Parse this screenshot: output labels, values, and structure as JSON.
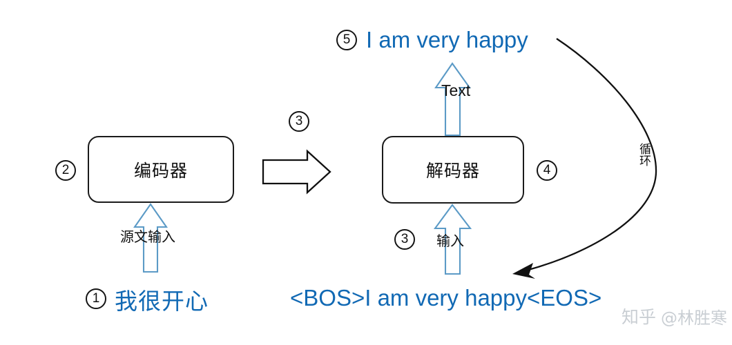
{
  "diagram": {
    "title_semantics": "encoder-decoder seq2seq translation loop diagram",
    "colors": {
      "blue_text": "#1169b4",
      "arrow_outline_blue": "#5b9ac6",
      "box_stroke": "#1a1a1a",
      "black": "#111111",
      "watermark": "#7f8c99"
    }
  },
  "steps": {
    "one": "1",
    "two": "2",
    "three_a": "3",
    "three_b": "3",
    "four": "4",
    "five": "5"
  },
  "boxes": {
    "encoder": "编码器",
    "decoder": "解码器"
  },
  "labels": {
    "source_input": "源文输入",
    "decoder_input": "输入",
    "text_output": "Text",
    "loop_line1": "循",
    "loop_line2": "环"
  },
  "sentences": {
    "source": "我很开心",
    "output": "I am very happy",
    "decoder_feed": "<BOS>I am very happy<EOS>"
  },
  "watermark": {
    "logo": "知乎",
    "user": "@林胜寒"
  }
}
